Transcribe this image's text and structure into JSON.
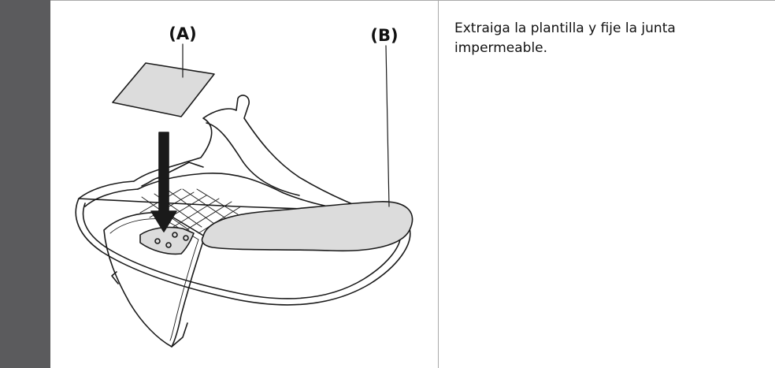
{
  "illustration": {
    "label_a": "(A)",
    "label_b": "(B)"
  },
  "instruction": {
    "text": "Extraiga la plantilla y fije la junta impermeable."
  },
  "colors": {
    "side_bar": "#5b5b5d",
    "rule": "#a9a9a9",
    "part_fill": "#dcdcdc",
    "line": "#1a1a1a"
  }
}
